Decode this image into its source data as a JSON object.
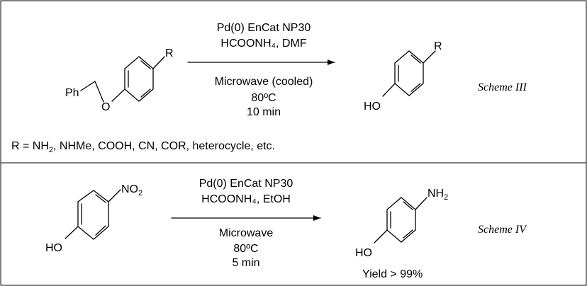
{
  "scheme_iii": {
    "label": "Scheme III",
    "reactant": {
      "substituent": "R",
      "left_group": "Ph",
      "oxygen": "O"
    },
    "conditions_above": [
      "Pd(0) EnCat NP30",
      "HCOONH₄, DMF"
    ],
    "conditions_below": [
      "Microwave (cooled)",
      "80ºC",
      "10 min"
    ],
    "product": {
      "substituent": "R",
      "hydroxyl": "HO"
    },
    "r_definition": {
      "prefix": "R = NH",
      "sub": "2",
      "suffix": ", NHMe, COOH, CN, COR, heterocycle, etc."
    }
  },
  "scheme_iv": {
    "label": "Scheme IV",
    "reactant": {
      "substituent_main": "NO",
      "substituent_sub": "2",
      "hydroxyl": "HO"
    },
    "conditions_above": [
      "Pd(0) EnCat NP30",
      "HCOONH₄, EtOH"
    ],
    "conditions_below": [
      "Microwave",
      "80ºC",
      "5 min"
    ],
    "product": {
      "substituent_main": "NH",
      "substituent_sub": "2",
      "hydroxyl": "HO"
    },
    "yield_text": "Yield > 99%"
  }
}
